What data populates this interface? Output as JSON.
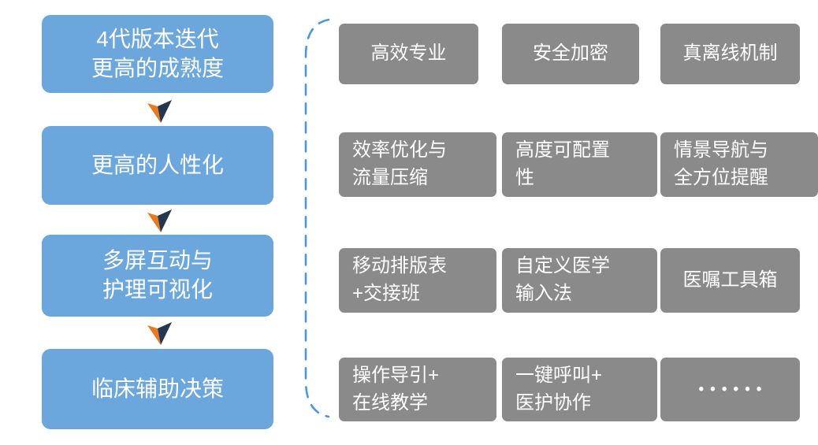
{
  "diagram": {
    "flow": {
      "steps": [
        {
          "label": "4代版本迭代\n更高的成熟度"
        },
        {
          "label": "更高的人性化"
        },
        {
          "label": "多屏互动与\n护理可视化"
        },
        {
          "label": "临床辅助决策"
        }
      ]
    },
    "features": {
      "cells": [
        {
          "label": "高效专业"
        },
        {
          "label": "安全加密"
        },
        {
          "label": "真离线机制"
        },
        {
          "label": "效率优化与\n流量压缩"
        },
        {
          "label": "高度可配置\n性"
        },
        {
          "label": "情景导航与\n全方位提醒"
        },
        {
          "label": "移动排版表\n+交接班"
        },
        {
          "label": "自定义医学\n输入法"
        },
        {
          "label": "医嘱工具箱"
        },
        {
          "label": "操作导引+\n在线教学"
        },
        {
          "label": "一键呼叫+\n医护协作"
        },
        {
          "label": "••••••"
        }
      ]
    },
    "colors": {
      "step_blue": "#6BA7DC",
      "feature_gray": "#8A8A8A",
      "arrow_orange": "#E87A22",
      "arrow_navy": "#24374E",
      "bracket_blue": "#4E97D6",
      "text_white": "#FFFFFF"
    }
  }
}
